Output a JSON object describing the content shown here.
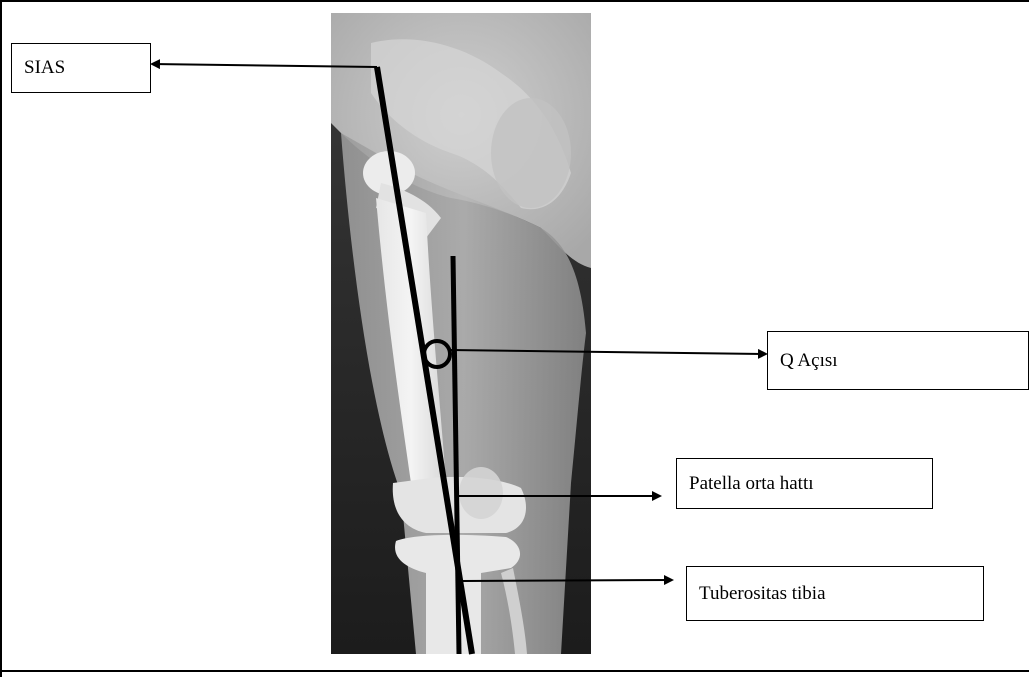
{
  "labels": {
    "sias": "SIAS",
    "q_angle": "Q Açısı",
    "patella_midline": "Patella orta hattı",
    "tibial_tuberosity": "Tuberositas tibia"
  },
  "image": {
    "subject": "anteroposterior radiograph of hip, femur and knee"
  }
}
